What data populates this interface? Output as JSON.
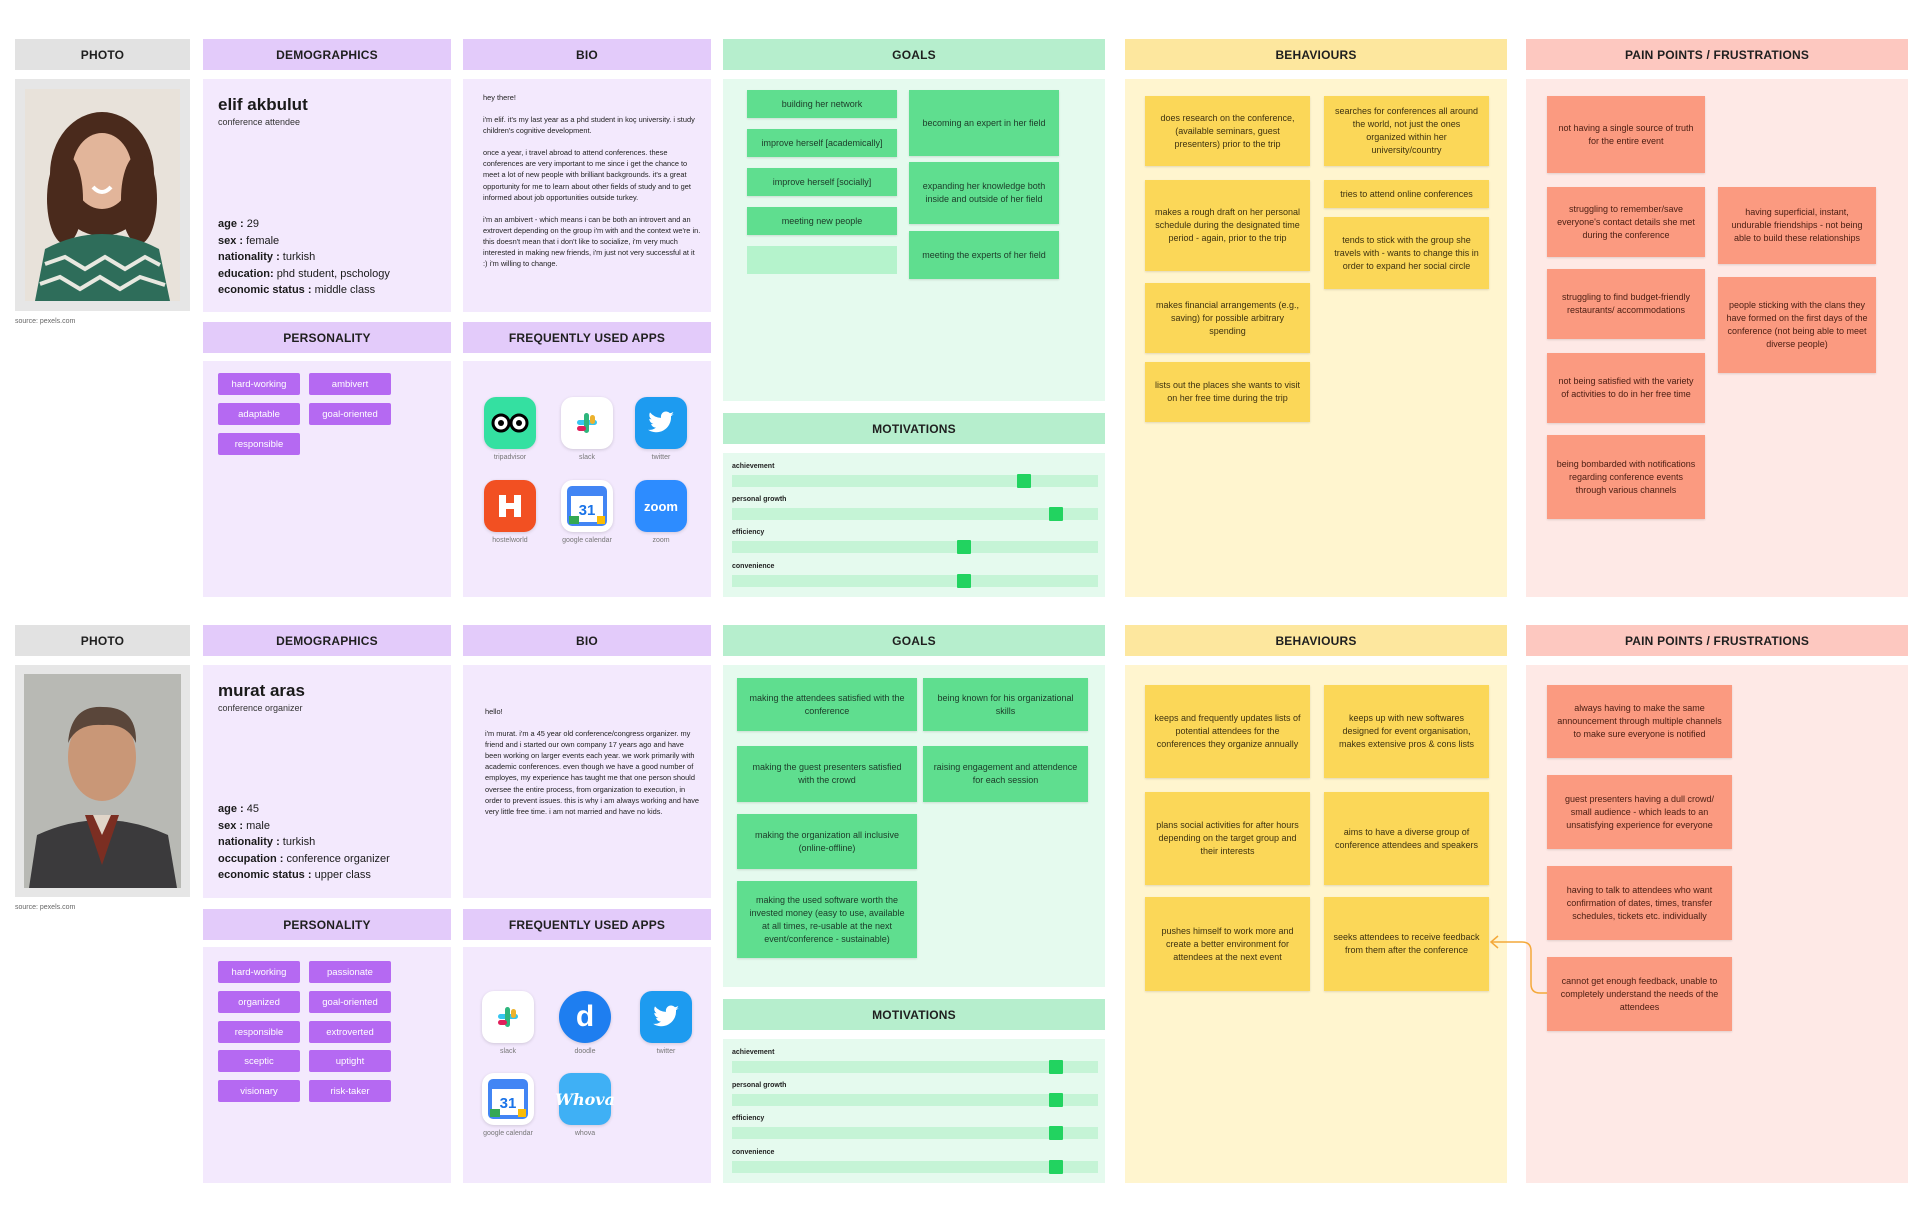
{
  "colors": {
    "grey_header": "#e2e2e2",
    "purple_header": "#e3cbfa",
    "purple_panel": "#f3e9fd",
    "tag_purple": "#b569f2",
    "green_header": "#b6eecd",
    "green_panel": "#e5faee",
    "green_note": "#5fde8f",
    "yellow_header": "#fde79e",
    "yellow_panel": "#fff5cf",
    "yellow_note": "#fbd758",
    "red_header": "#fdc8c0",
    "red_panel": "#fee9e6",
    "red_note": "#fb9a80",
    "connector": "#f4a93a"
  },
  "headers": {
    "photo": "PHOTO",
    "demographics": "DEMOGRAPHICS",
    "bio": "BIO",
    "goals": "GOALS",
    "behaviours": "BEHAVIOURS",
    "pain_points": "PAIN POINTS / FRUSTRATIONS",
    "personality": "PERSONALITY",
    "apps": "FREQUENTLY USED APPS",
    "motivations": "MOTIVATIONS"
  },
  "personas": [
    {
      "source": "source: pexels.com",
      "name": "elif akbulut",
      "role": "conference attendee",
      "demographics": [
        {
          "label": "age",
          "value": "29"
        },
        {
          "label": "sex",
          "value": "female"
        },
        {
          "label": "nationality",
          "value": "turkish"
        },
        {
          "label": "education",
          "value": "phd student, pschology"
        },
        {
          "label": "economic status",
          "value": "middle class"
        }
      ],
      "bio": [
        "hey there!",
        "i'm elif. it's my last year as a phd student in koç university. i study children's cognitive development.",
        "once a year, i travel abroad to attend conferences. these conferences are very important to me since i get the chance to meet a lot of new people with brilliant backgrounds. it's a great opportunity for me to learn about other fields of study and to get informed about job opportunities outside turkey.",
        "i'm an ambivert - which means i can be both an introvert and an extrovert depending on the group i'm with and the context we're in. this doesn't mean that i don't like to socialize, i'm very much interested in making new friends, i'm just not very successful at it :) i'm willing to change."
      ],
      "personality": [
        "hard-working",
        "ambivert",
        "adaptable",
        "goal-oriented",
        "responsible"
      ],
      "apps": [
        {
          "name": "tripadvisor",
          "icon": "tripadvisor-icon",
          "bg": "#34e0a1"
        },
        {
          "name": "slack",
          "icon": "slack-icon",
          "bg": "#ffffff"
        },
        {
          "name": "twitter",
          "icon": "twitter-icon",
          "bg": "#1d9bf0"
        },
        {
          "name": "hostelworld",
          "icon": "hostelworld-icon",
          "bg": "#f25022"
        },
        {
          "name": "google calendar",
          "icon": "google-calendar-icon",
          "bg": "#ffffff"
        },
        {
          "name": "zoom",
          "icon": "zoom-icon",
          "bg": "#2d8cff"
        }
      ],
      "goals": [
        "building her network",
        "improve herself [academically]",
        "improve herself [socially]",
        "meeting new people",
        "",
        "becoming an expert in her field",
        "expanding her knowledge both inside and outside of her field",
        "meeting the experts of her field"
      ],
      "motivations": [
        {
          "label": "achievement",
          "value": 0.81
        },
        {
          "label": "personal growth",
          "value": 0.9
        },
        {
          "label": "efficiency",
          "value": 0.64
        },
        {
          "label": "convenience",
          "value": 0.64
        }
      ],
      "behaviours": [
        "does research on the conference, (available seminars, guest presenters) prior to the trip",
        "makes a rough draft on her personal schedule during the designated time period - again, prior to the trip",
        "makes financial arrangements (e.g., saving) for possible arbitrary spending",
        "lists out the places she wants to visit on her free time during the trip",
        "searches for conferences all around the world, not just the ones organized within her university/country",
        "tries to attend online conferences",
        "tends to stick with the group she travels with - wants to change this in order to expand her social circle"
      ],
      "pain_points": [
        "not having a single source of truth for the entire event",
        "struggling to remember/save everyone's contact details she met during the conference",
        "struggling to find budget-friendly restaurants/ accommodations",
        "not being satisfied with the variety of activities to do in her free time",
        "being bombarded with notifications regarding conference events through various channels",
        "having superficial, instant, undurable friendships - not being able to build these relationships",
        "people sticking with the clans they have formed on the first days of the conference (not being able to meet diverse people)"
      ]
    },
    {
      "source": "source: pexels.com",
      "name": "murat aras",
      "role": "conference organizer",
      "demographics": [
        {
          "label": "age",
          "value": "45"
        },
        {
          "label": "sex",
          "value": "male"
        },
        {
          "label": "nationality",
          "value": "turkish"
        },
        {
          "label": "occupation",
          "value": "conference organizer"
        },
        {
          "label": "economic status",
          "value": "upper class"
        }
      ],
      "bio": [
        "hello!",
        "i'm murat. i'm a 45 year old conference/congress organizer. my friend and i started our own company 17 years ago and have been working on larger events each year. we work primarily with academic conferences. even though we have a good number of employes, my experience has taught me that one person should oversee the entire process, from organization to execution, in order to prevent issues. this is why i am always working and have very little free time. i am not married and have no kids."
      ],
      "personality": [
        "hard-working",
        "passionate",
        "organized",
        "goal-oriented",
        "responsible",
        "extroverted",
        "sceptic",
        "uptight",
        "visionary",
        "risk-taker"
      ],
      "apps": [
        {
          "name": "slack",
          "icon": "slack-icon",
          "bg": "#ffffff"
        },
        {
          "name": "doodle",
          "icon": "doodle-icon",
          "bg": "#1e7ef0"
        },
        {
          "name": "twitter",
          "icon": "twitter-icon",
          "bg": "#1d9bf0"
        },
        {
          "name": "google calendar",
          "icon": "google-calendar-icon",
          "bg": "#ffffff"
        },
        {
          "name": "whova",
          "icon": "whova-icon",
          "bg": "#3fb0f5"
        }
      ],
      "goals": [
        "making the attendees satisfied with the conference",
        "making the guest presenters satisfied with the crowd",
        "making the organization all inclusive (online-offline)",
        "making the used software worth the invested money (easy to use, available at all times, re-usable at the next event/conference - sustainable)",
        "being known for his organizational skills",
        "raising engagement and attendence for each session"
      ],
      "motivations": [
        {
          "label": "achievement",
          "value": 0.9
        },
        {
          "label": "personal growth",
          "value": 0.9
        },
        {
          "label": "efficiency",
          "value": 0.9
        },
        {
          "label": "convenience",
          "value": 0.9
        }
      ],
      "behaviours": [
        "keeps and frequently updates lists of potential attendees for the conferences they organize annually",
        "plans social activities for after hours depending on the target group and their interests",
        "pushes himself to work more and create a better environment for attendees at the next event",
        "keeps up with new softwares designed for event organisation, makes extensive pros & cons lists",
        "aims to have a diverse group of conference attendees and speakers",
        "seeks attendees to receive feedback from them after the conference"
      ],
      "pain_points": [
        "always having to make the same announcement through multiple channels to make sure everyone is notified",
        "guest presenters having a dull crowd/ small audience - which leads to an unsatisfying experience for everyone",
        "having to talk to attendees who want confirmation of dates, times, transfer schedules, tickets etc. individually",
        "cannot get enough feedback, unable to completely understand the needs of the attendees"
      ]
    }
  ]
}
